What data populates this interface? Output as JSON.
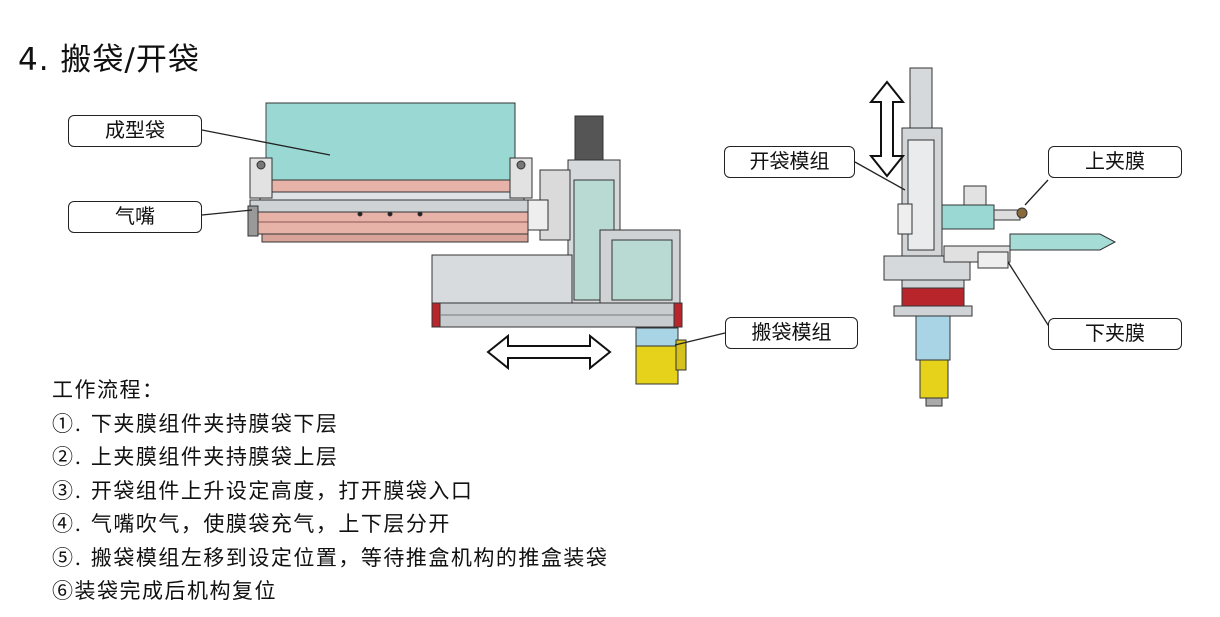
{
  "title": "4. 搬袋/开袋",
  "callouts": {
    "formed_bag": "成型袋",
    "air_nozzle": "气嘴",
    "open_bag_module": "开袋模组",
    "upper_clamp": "上夹膜",
    "carry_bag_module": "搬袋模组",
    "lower_clamp": "下夹膜"
  },
  "workflow": {
    "heading": "工作流程：",
    "steps": [
      "①. 下夹膜组件夹持膜袋下层",
      "②. 上夹膜组件夹持膜袋上层",
      "③. 开袋组件上升设定高度，打开膜袋入口",
      "④. 气嘴吹气，使膜袋充气，上下层分开",
      "⑤. 搬袋模组左移到设定位置，等待推盒机构的推盒装袋",
      "⑥装袋完成后机构复位"
    ]
  },
  "colors": {
    "bag_teal": "#9ad8d4",
    "bag_pink": "#e7b3a9",
    "motor_yellow": "#e6d21a",
    "valve_red": "#b8262c",
    "machine_gray": "#c9cccf",
    "cyl_blue": "#a9d4e6"
  }
}
